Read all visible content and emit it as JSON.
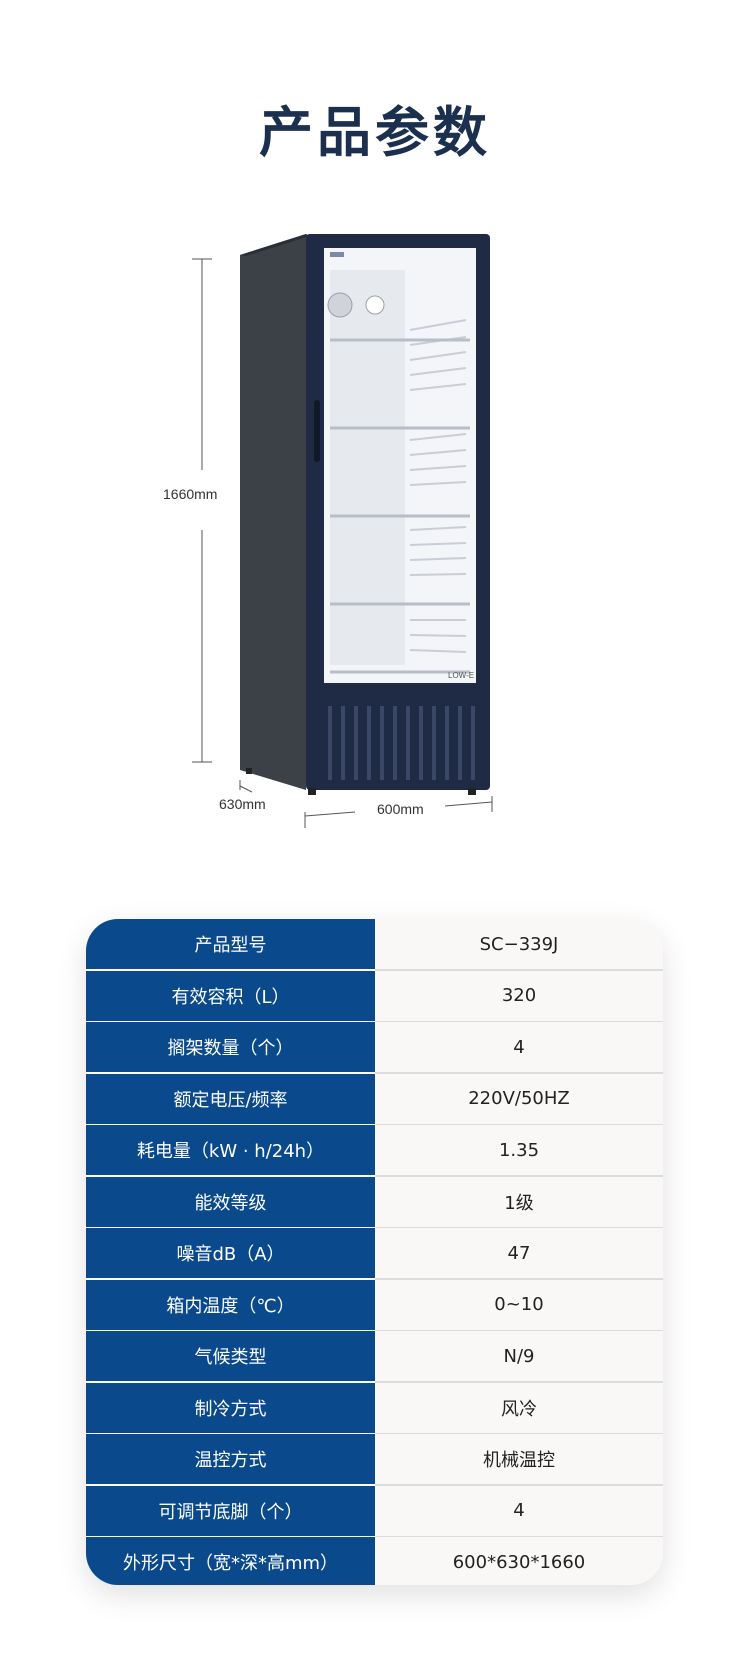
{
  "header": {
    "title": "产品参数"
  },
  "dimensions": {
    "height": "1660mm",
    "depth": "630mm",
    "width": "600mm"
  },
  "product": {
    "door_label": "LOW-E"
  },
  "colors": {
    "spec_key_bg": "#0a4a8c",
    "spec_value_bg": "#f9f8f6",
    "title": "#1b2f4e",
    "cabinet": "#3a3f47",
    "door_frame": "#1f2a44"
  },
  "specs": [
    {
      "key": "产品型号",
      "value": "SC−339J"
    },
    {
      "key": "有效容积（L）",
      "value": "320"
    },
    {
      "key": "搁架数量（个）",
      "value": "4"
    },
    {
      "key": "额定电压/频率",
      "value": "220V/50HZ"
    },
    {
      "key": "耗电量（kW · h/24h）",
      "value": "1.35"
    },
    {
      "key": "能效等级",
      "value": "1级"
    },
    {
      "key": "噪音dB（A）",
      "value": "47"
    },
    {
      "key": "箱内温度（℃）",
      "value": "0~10"
    },
    {
      "key": "气候类型",
      "value": "N/9"
    },
    {
      "key": "制冷方式",
      "value": "风冷"
    },
    {
      "key": "温控方式",
      "value": "机械温控"
    },
    {
      "key": "可调节底脚（个）",
      "value": "4"
    },
    {
      "key": "外形尺寸（宽*深*高mm）",
      "value": "600*630*1660"
    }
  ]
}
